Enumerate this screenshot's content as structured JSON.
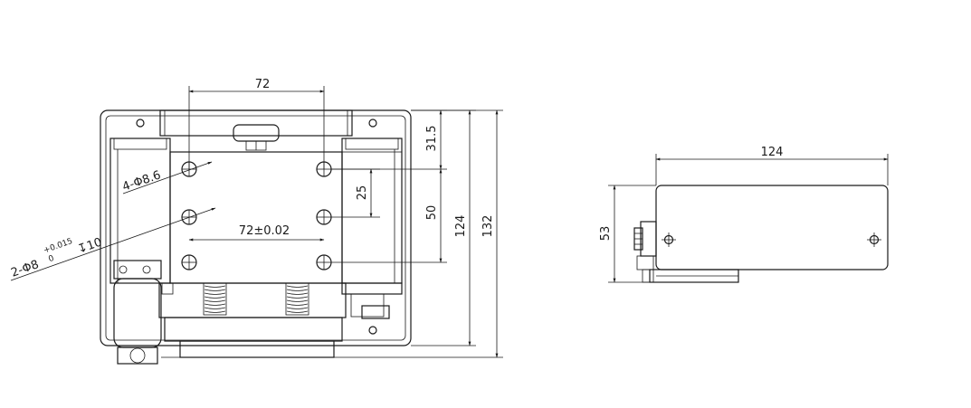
{
  "front_view": {
    "dim_hole_pitch_top": "72",
    "dim_hole_pitch_mid": "72±0.02",
    "dim_top_offset": "31.5",
    "dim_row_pitch": "25",
    "dim_rows_span": "50",
    "dim_inner_height": "124",
    "dim_overall_height": "132",
    "callout_holes": "4-Φ8.6",
    "callout_pins_main": "2-Φ8",
    "callout_pins_tol_upper": "+0.015",
    "callout_pins_tol_lower": "0",
    "callout_pins_depth": "↧10"
  },
  "side_view": {
    "dim_length": "124",
    "dim_height": "53"
  }
}
